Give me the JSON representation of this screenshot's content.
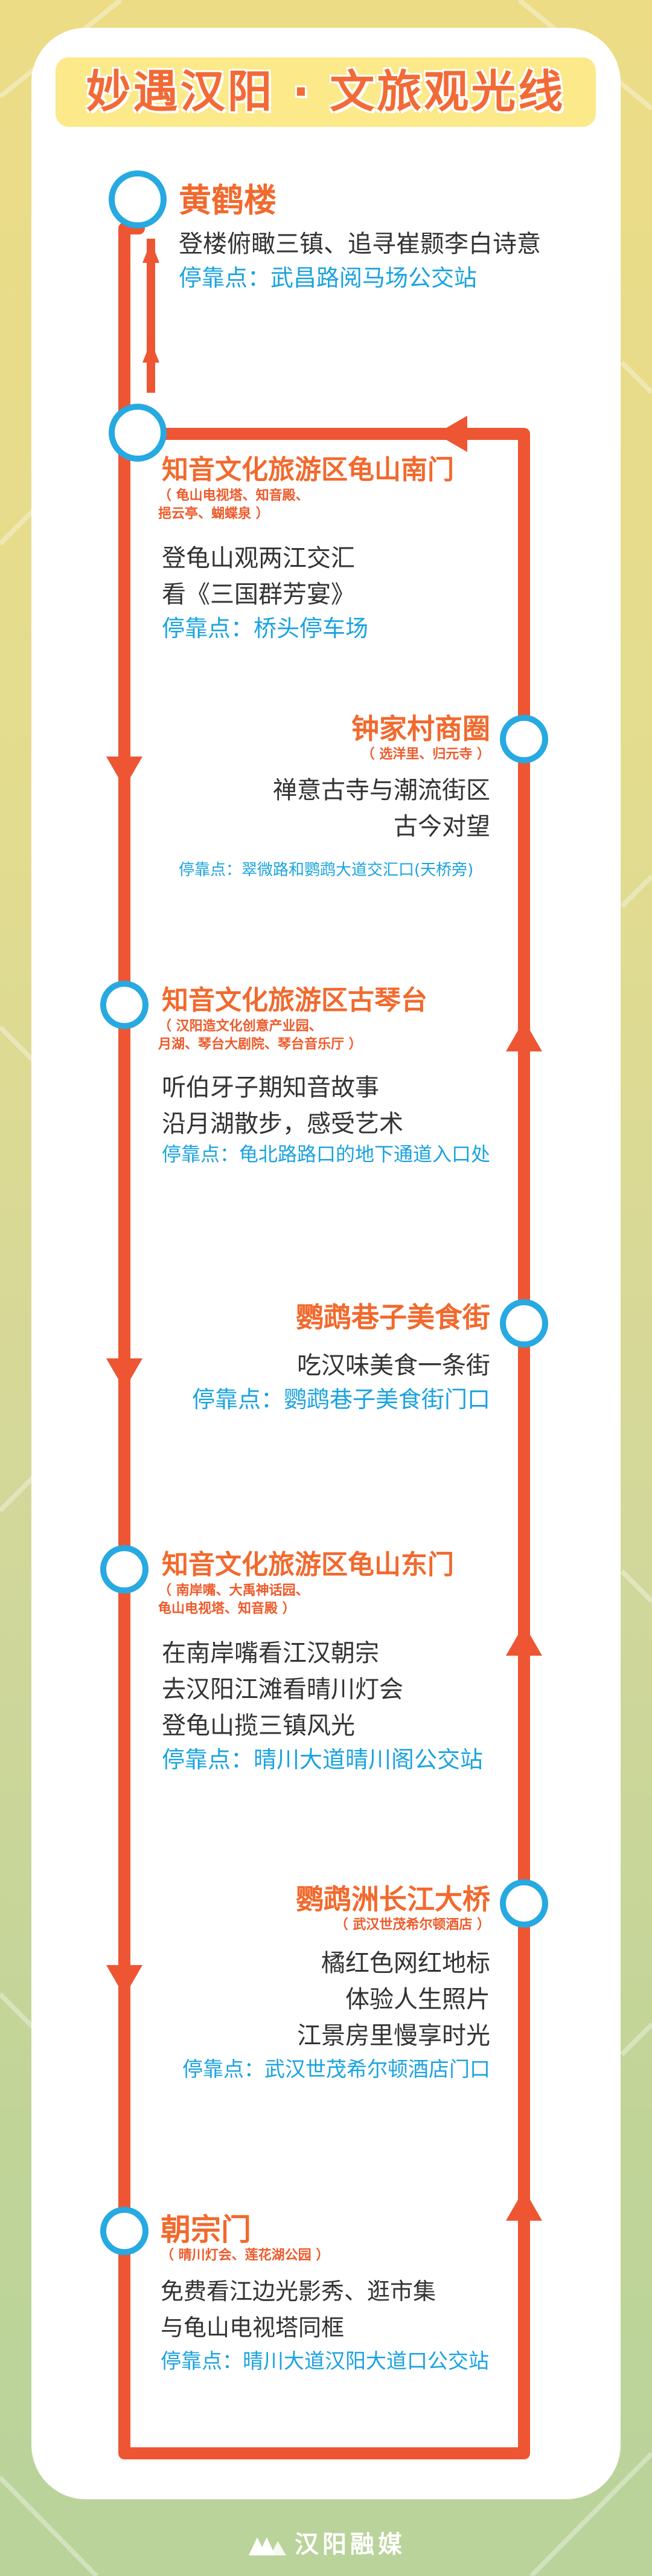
{
  "title": "妙遇汉阳 · 文旅观光线",
  "colors": {
    "route": "#ee5533",
    "accent_name": "#f2692d",
    "stop_label": "#1aa3df",
    "node_ring": "#27a9e1"
  },
  "stops": [
    {
      "name": "黄鹤楼",
      "subtitle": "",
      "lines": [
        "登楼俯瞰三镇、追寻崔颢李白诗意"
      ],
      "stop": "停靠点：武昌路阅马场公交站"
    },
    {
      "name": "知音文化旅游区龟山南门",
      "subtitle": "（ 龟山电视塔、知音殿、\n挹云亭、蝴蝶泉 ）",
      "lines": [
        "登龟山观两江交汇",
        "看《三国群芳宴》"
      ],
      "stop": "停靠点：桥头停车场"
    },
    {
      "name": "钟家村商圈",
      "subtitle": "（ 选洋里、归元寺 ）",
      "lines": [
        "禅意古寺与潮流街区",
        "古今对望"
      ],
      "stop": "停靠点：翠微路和鹦鹉大道交汇口(天桥旁)"
    },
    {
      "name": "知音文化旅游区古琴台",
      "subtitle": "（ 汉阳造文化创意产业园、\n月湖、琴台大剧院、琴台音乐厅 ）",
      "lines": [
        "听伯牙子期知音故事",
        "沿月湖散步，感受艺术"
      ],
      "stop": "停靠点：龟北路路口的地下通道入口处"
    },
    {
      "name": "鹦鹉巷子美食街",
      "subtitle": "",
      "lines": [
        "吃汉味美食一条街"
      ],
      "stop": "停靠点：鹦鹉巷子美食街门口"
    },
    {
      "name": "知音文化旅游区龟山东门",
      "subtitle": "（ 南岸嘴、大禹神话园、\n龟山电视塔、知音殿 ）",
      "lines": [
        "在南岸嘴看江汉朝宗",
        "去汉阳江滩看晴川灯会",
        "登龟山揽三镇风光"
      ],
      "stop": "停靠点：晴川大道晴川阁公交站"
    },
    {
      "name": "鹦鹉洲长江大桥",
      "subtitle": "（ 武汉世茂希尔顿酒店 ）",
      "lines": [
        "橘红色网红地标",
        "体验人生照片",
        "江景房里慢享时光"
      ],
      "stop": "停靠点：武汉世茂希尔顿酒店门口"
    },
    {
      "name": "朝宗门",
      "subtitle": "（ 晴川灯会、莲花湖公园 ）",
      "lines": [
        "免费看江边光影秀、逛市集",
        "与龟山电视塔同框"
      ],
      "stop": "停靠点：晴川大道汉阳大道口公交站"
    }
  ],
  "footer": {
    "logo": "汉阳融媒",
    "icon": "hanyang-media-logo-icon"
  }
}
